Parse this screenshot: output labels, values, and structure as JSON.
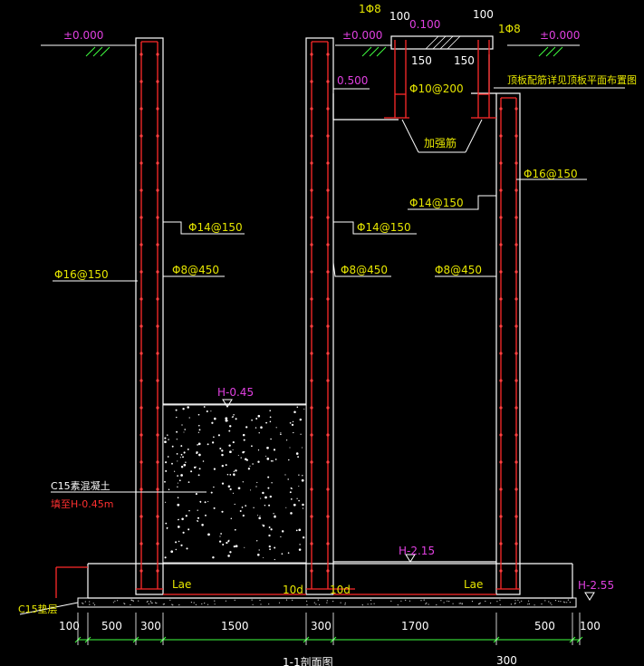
{
  "colors": {
    "background": "#000000",
    "wall": "#ffffff",
    "rebar": "#ff2a2a",
    "label": "#e6e600",
    "elevation": "#e040e0",
    "dimension": "#40ff40"
  },
  "elevations": {
    "ground_left": "±0.000",
    "ground_mid": "±0.000",
    "ground_right": "±0.000",
    "top_slab": "0.100",
    "step": "0.500",
    "fill_top": "H-0.45",
    "tank_floor": "H-2.15",
    "base_bottom": "H-2.55"
  },
  "rebar_labels": {
    "cover_left": "1Φ8",
    "cover_right": "1Φ8",
    "dim_100_left": "100",
    "dim_100_right": "100",
    "dim_150_left": "150",
    "dim_150_right": "150",
    "slab_bars": "Φ10@200",
    "right_wall_vertical": "Φ16@150",
    "left_wall_vertical": "Φ16@150",
    "horizontal_left": "Φ14@150",
    "horizontal_mid": "Φ14@150",
    "horizontal_right": "Φ14@150",
    "tie_left": "Φ8@450",
    "tie_mid": "Φ8@450",
    "tie_right": "Φ8@450"
  },
  "notes": {
    "opening_reinforcement": "顶板配筋详见顶板平面布置图",
    "strengthening_bar": "加强筋",
    "concrete_fill": "C15素混凝土",
    "fill_extent": "填至H-0.45m",
    "cushion": "C15垫层",
    "lae_left": "Lae",
    "lae_right": "Lae",
    "ten_d_left": "10d",
    "ten_d_right": "10d",
    "section_title": "1-1剖面图",
    "bottom_extra": "300"
  },
  "dimensions": [
    "100",
    "500",
    "300",
    "1500",
    "300",
    "1700",
    "500",
    "100"
  ]
}
